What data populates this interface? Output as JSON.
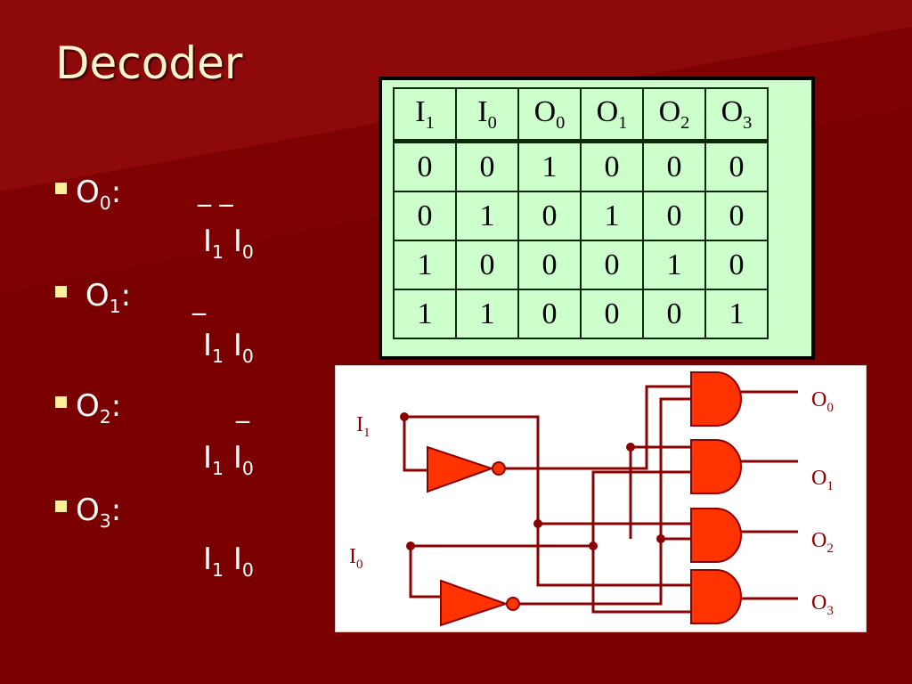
{
  "slide": {
    "title": "Decoder",
    "colors": {
      "background": "#7a0000",
      "title_text": "#fff5cc",
      "bullet_marker": "#ffef9a",
      "table_bg": "#ccffcc",
      "gate_fill": "#ff3300",
      "wire": "#8b0000"
    }
  },
  "bullets": [
    {
      "label": "O",
      "sub": "0",
      "suffix": ":",
      "expr": {
        "a": "I",
        "a_sub": "1",
        "b": "I",
        "b_sub": "0"
      },
      "bars": "_ _"
    },
    {
      "label": "O",
      "sub": "1",
      "suffix": ":",
      "expr": {
        "a": "I",
        "a_sub": "1",
        "b": "I",
        "b_sub": "0"
      },
      "bars": "_"
    },
    {
      "label": "O",
      "sub": "2",
      "suffix": ":",
      "expr": {
        "a": "I",
        "a_sub": "1",
        "b": "I",
        "b_sub": "0"
      },
      "bars": "_"
    },
    {
      "label": "O",
      "sub": "3",
      "suffix": ":",
      "expr": {
        "a": "I",
        "a_sub": "1",
        "b": "I",
        "b_sub": "0"
      },
      "bars": ""
    }
  ],
  "truth_table": {
    "headers": [
      {
        "l": "I",
        "s": "1"
      },
      {
        "l": "I",
        "s": "0"
      },
      {
        "l": "O",
        "s": "0"
      },
      {
        "l": "O",
        "s": "1"
      },
      {
        "l": "O",
        "s": "2"
      },
      {
        "l": "O",
        "s": "3"
      }
    ],
    "rows": [
      [
        "0",
        "0",
        "1",
        "0",
        "0",
        "0"
      ],
      [
        "0",
        "1",
        "0",
        "1",
        "0",
        "0"
      ],
      [
        "1",
        "0",
        "0",
        "0",
        "1",
        "0"
      ],
      [
        "1",
        "1",
        "0",
        "0",
        "0",
        "1"
      ]
    ]
  },
  "circuit": {
    "inputs": [
      {
        "l": "I",
        "s": "1"
      },
      {
        "l": "I",
        "s": "0"
      }
    ],
    "outputs": [
      {
        "l": "O",
        "s": "0"
      },
      {
        "l": "O",
        "s": "1"
      },
      {
        "l": "O",
        "s": "2"
      },
      {
        "l": "O",
        "s": "3"
      }
    ],
    "gates": [
      "and-gate",
      "and-gate",
      "and-gate",
      "and-gate",
      "not-gate",
      "not-gate"
    ]
  }
}
